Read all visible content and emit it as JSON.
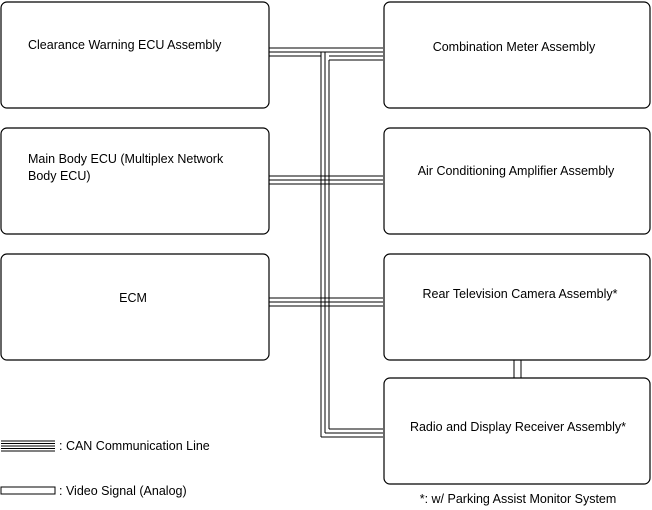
{
  "components": {
    "clearance_warning_ecu": "Clearance Warning ECU Assembly",
    "main_body_ecu_line1": "Main Body ECU (Multiplex Network",
    "main_body_ecu_line2": "Body ECU)",
    "ecm": "ECM",
    "combination_meter": "Combination Meter Assembly",
    "air_conditioning_amplifier": "Air Conditioning Amplifier Assembly",
    "rear_television_camera": "Rear Television Camera Assembly*",
    "radio_display_receiver": "Radio and Display Receiver Assembly*"
  },
  "legend": {
    "can_line": ": CAN Communication Line",
    "video_signal": ": Video Signal (Analog)"
  },
  "footnote": "*: w/ Parking Assist Monitor System"
}
